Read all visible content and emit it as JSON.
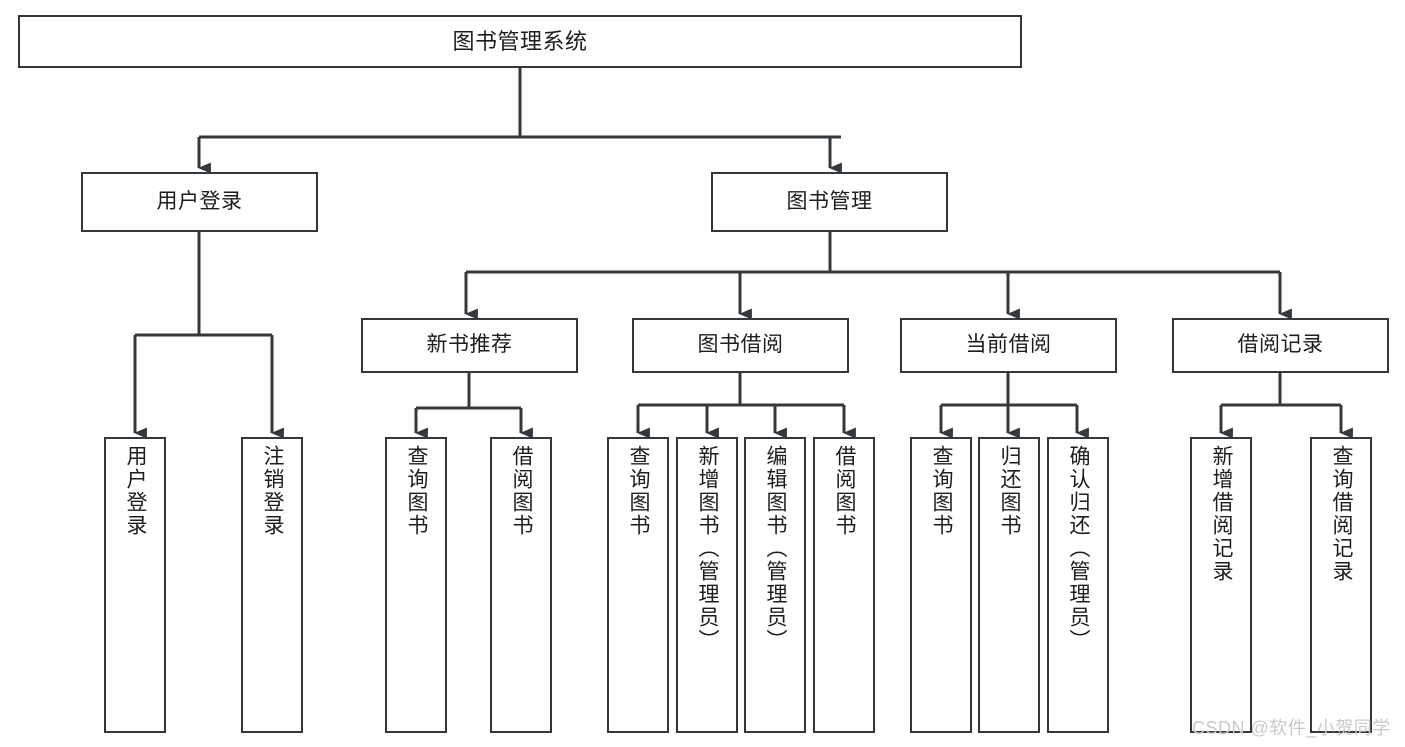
{
  "diagram": {
    "title": "图书管理系统",
    "type": "tree-hierarchy-chart",
    "orientation": "top-down",
    "line_color": "#35383b",
    "box_fill": "#ffffff",
    "text_color": "#1d1d1d",
    "nodes": {
      "root": {
        "label": "图书管理系统"
      },
      "level2": [
        {
          "id": "user-login",
          "label": "用户登录"
        },
        {
          "id": "book-management",
          "label": "图书管理"
        }
      ],
      "level3": [
        {
          "id": "new-book-recommend",
          "label": "新书推荐"
        },
        {
          "id": "book-borrow",
          "label": "图书借阅"
        },
        {
          "id": "current-borrow",
          "label": "当前借阅"
        },
        {
          "id": "borrow-record",
          "label": "借阅记录"
        }
      ],
      "leaves": [
        {
          "id": "leaf-user-login",
          "label": "用户登录",
          "parent": "user-login"
        },
        {
          "id": "leaf-logout",
          "label": "注销登录",
          "parent": "user-login"
        },
        {
          "id": "leaf-query-book-1",
          "label": "查询图书",
          "parent": "new-book-recommend"
        },
        {
          "id": "leaf-borrow-book-1",
          "label": "借阅图书",
          "parent": "new-book-recommend"
        },
        {
          "id": "leaf-query-book-2",
          "label": "查询图书",
          "parent": "book-borrow"
        },
        {
          "id": "leaf-add-book",
          "label": "新增图书（管理员）",
          "parent": "book-borrow"
        },
        {
          "id": "leaf-edit-book",
          "label": "编辑图书（管理员）",
          "parent": "book-borrow"
        },
        {
          "id": "leaf-borrow-book-2",
          "label": "借阅图书",
          "parent": "book-borrow"
        },
        {
          "id": "leaf-query-book-3",
          "label": "查询图书",
          "parent": "current-borrow"
        },
        {
          "id": "leaf-return-book",
          "label": "归还图书",
          "parent": "current-borrow"
        },
        {
          "id": "leaf-confirm-return",
          "label": "确认归还（管理员）",
          "parent": "current-borrow"
        },
        {
          "id": "leaf-add-record",
          "label": "新增借阅记录",
          "parent": "borrow-record"
        },
        {
          "id": "leaf-query-record",
          "label": "查询借阅记录",
          "parent": "borrow-record"
        }
      ]
    }
  },
  "watermark": {
    "text": "CSDN @软件_小贺同学",
    "color": "#c9c9c9"
  }
}
